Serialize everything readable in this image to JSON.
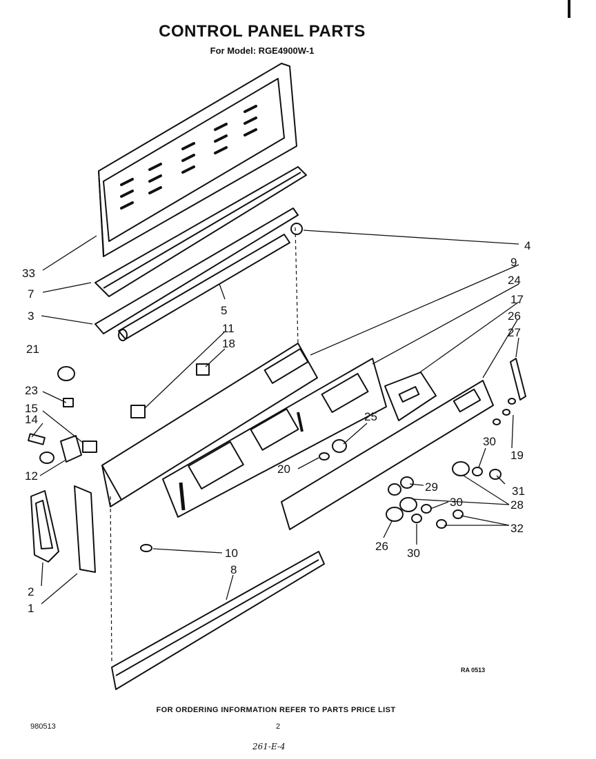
{
  "header": {
    "title": "CONTROL PANEL PARTS",
    "subtitle": "For Model: RGE4900W-1"
  },
  "drawing_code": "RA 0513",
  "footer": {
    "ordering_note": "FOR ORDERING INFORMATION REFER TO PARTS PRICE LIST",
    "doc_number": "980513",
    "page_number": "2",
    "handwritten_note": "261-E-4"
  },
  "callouts": [
    "33",
    "7",
    "3",
    "5",
    "4",
    "9",
    "24",
    "17",
    "26",
    "27",
    "11",
    "18",
    "21",
    "23",
    "15",
    "14",
    "12",
    "25",
    "30",
    "20",
    "19",
    "31",
    "29",
    "28",
    "26",
    "32",
    "30",
    "2",
    "1",
    "10",
    "8",
    "30"
  ]
}
